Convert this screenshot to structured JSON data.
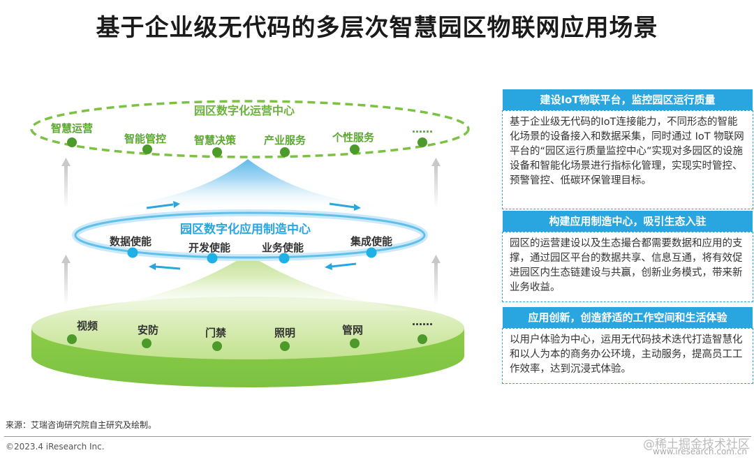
{
  "title": "基于企业级无代码的多层次智慧园区物联网应用场景",
  "top_ring": {
    "title": "园区数字化运营中心",
    "items": [
      "智慧运营",
      "智能管控",
      "智慧决策",
      "产业服务",
      "个性服务",
      "……"
    ]
  },
  "middle_ring": {
    "title": "园区数字化应用制造中心",
    "items": [
      "数据使能",
      "开发使能",
      "业务使能",
      "集成使能"
    ]
  },
  "base": {
    "items": [
      "视频",
      "安防",
      "门禁",
      "照明",
      "管网",
      "……"
    ]
  },
  "panels": [
    {
      "heading": "建设IoT物联平台，监控园区运行质量",
      "body": "基于企业级无代码的IoT连接能力，不同形态的智能化场景的设备接入和数据采集，同时通过 IoT 物联网平台的“园区运行质量监控中心”实现对多园区的设施设备和智能化场景进行指标化管理，实现实时管控、预警管控、低碳环保管理目标。"
    },
    {
      "heading": "构建应用制造中心，吸引生态入驻",
      "body": "园区的运营建设以及生态撮合都需要数据和应用的支撑，通过园区平台的数据共享、信息互通，将有效促进园区内生态链建设与共赢，创新业务模式，带来新业务收益。"
    },
    {
      "heading": "应用创新，创造舒适的工作空间和生活体验",
      "body": "以用户体验为中心，运用无代码技术迭代打造智慧化和以人为本的商务办公环境，主动服务，提高员工工作效率，达到沉浸式体验。"
    }
  ],
  "footer": {
    "source": "来源：艾瑞咨询研究院自主研究及绘制。",
    "copyright": "©2023.4 iResearch Inc.",
    "watermark": "@稀土掘金技术社区",
    "website": "www.iresearch.com.cn"
  },
  "colors": {
    "green": "#7cc242",
    "green_dark": "#5aa830",
    "blue": "#29a6df",
    "dot_green": "#4c9a2a",
    "dot_blue": "#1fb0e8"
  }
}
